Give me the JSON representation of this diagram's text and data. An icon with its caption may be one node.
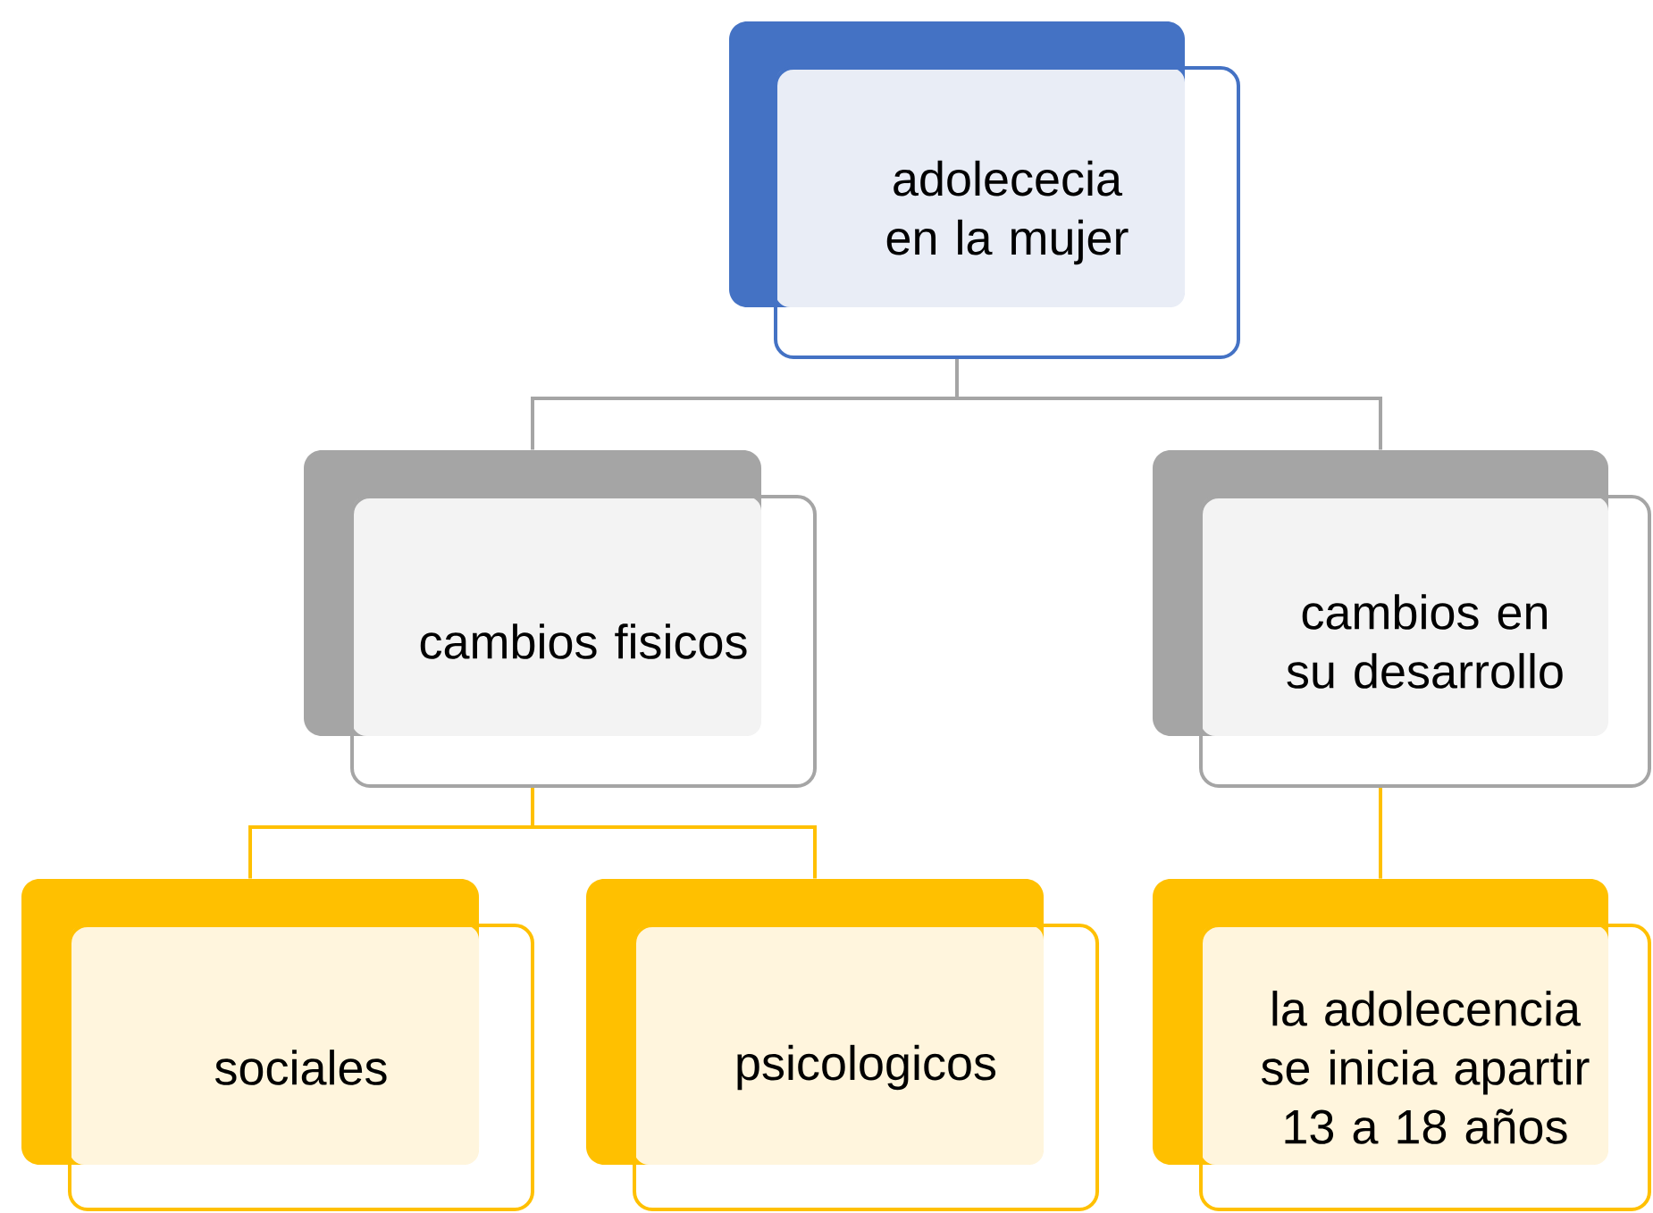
{
  "diagram": {
    "nodes": [
      {
        "text": [
          "adolececia en la mujer"
        ]
      },
      {
        "text": [
          "cambios fisicos"
        ]
      },
      {
        "text": [
          "cambios en su desarrollo"
        ]
      },
      {
        "text": [
          "sociales"
        ]
      },
      {
        "text": [
          "psicologicos"
        ]
      },
      {
        "text": [
          "la adolecencia se inicia apartir 13 a 18 años"
        ]
      }
    ],
    "edges": [
      {
        "from": 0,
        "to": 1,
        "arrow": "none",
        "color": "#a5a5a5"
      },
      {
        "from": 0,
        "to": 2,
        "arrow": "none",
        "color": "#a5a5a5"
      },
      {
        "from": 1,
        "to": 3,
        "arrow": "none"
      },
      {
        "from": 1,
        "to": 4,
        "arrow": "none"
      },
      {
        "from": 2,
        "to": 5,
        "arrow": "none"
      }
    ]
  }
}
